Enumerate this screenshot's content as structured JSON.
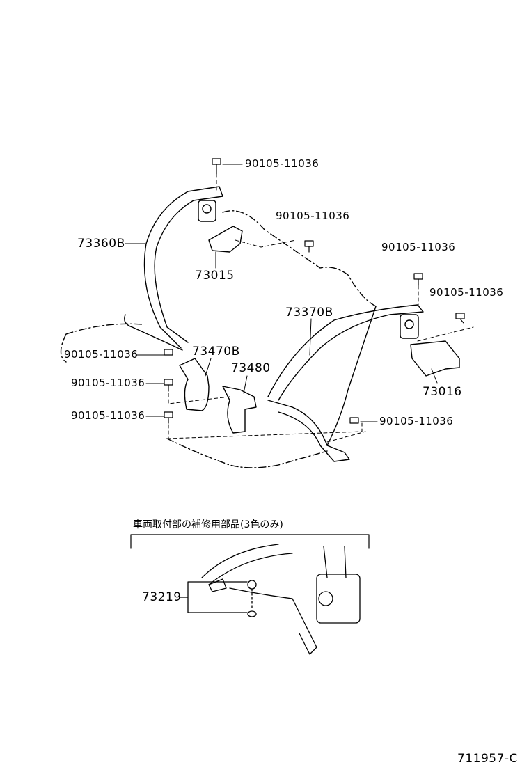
{
  "diagram_id": "711957-C",
  "inset_caption": "車両取付部の補修用部品(3色のみ)",
  "parts": {
    "bolt_top": "90105-11036",
    "bolt_mid": "90105-11036",
    "bolt_right_upper": "90105-11036",
    "bolt_right_side": "90105-11036",
    "bolt_left_1": "90105-11036",
    "bolt_left_2": "90105-11036",
    "bolt_left_3": "90105-11036",
    "bolt_right_lower": "90105-11036",
    "belt_left": "73360B",
    "cover_left": "73015",
    "belt_right": "73370B",
    "buckle_left": "73470B",
    "buckle_right": "73480",
    "cover_right": "73016",
    "inset_part": "73219"
  }
}
